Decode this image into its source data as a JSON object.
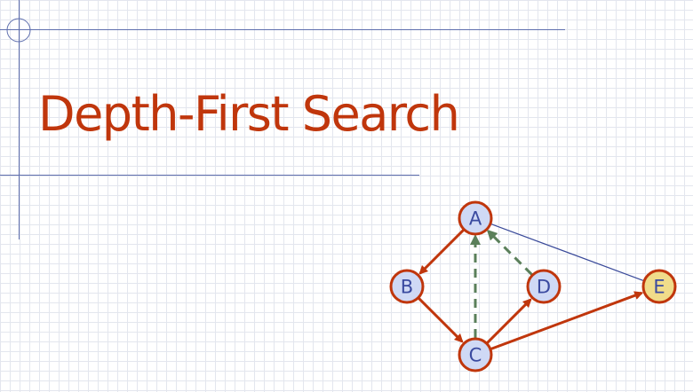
{
  "slide": {
    "title": "Depth-First Search"
  },
  "graph": {
    "nodes": [
      {
        "id": "A",
        "label": "A",
        "color": "#cfd9f5"
      },
      {
        "id": "B",
        "label": "B",
        "color": "#cfd9f5"
      },
      {
        "id": "C",
        "label": "C",
        "color": "#cfd9f5"
      },
      {
        "id": "D",
        "label": "D",
        "color": "#cfd9f5"
      },
      {
        "id": "E",
        "label": "E",
        "color": "#f0dc8a"
      }
    ],
    "edges": [
      {
        "from": "A",
        "to": "B",
        "type": "discovery"
      },
      {
        "from": "B",
        "to": "C",
        "type": "discovery"
      },
      {
        "from": "C",
        "to": "D",
        "type": "discovery"
      },
      {
        "from": "C",
        "to": "E",
        "type": "discovery"
      },
      {
        "from": "C",
        "to": "A",
        "type": "back"
      },
      {
        "from": "D",
        "to": "A",
        "type": "back"
      },
      {
        "from": "A",
        "to": "E",
        "type": "unexplored"
      }
    ]
  },
  "colors": {
    "title": "#c0360c",
    "discovery_edge": "#c0360c",
    "back_edge": "#5a7f5a",
    "unexplored_edge": "#3a4a9a",
    "node_border": "#c0360c",
    "node_label": "#3a4aa0"
  }
}
